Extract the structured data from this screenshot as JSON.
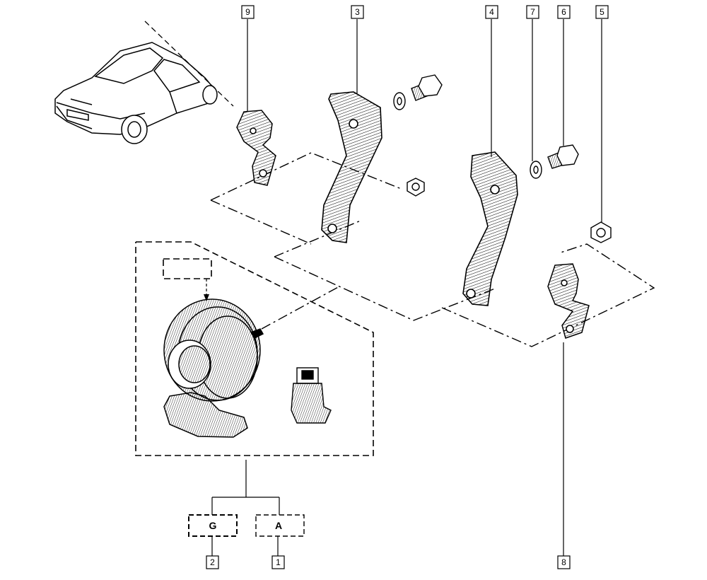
{
  "callouts": {
    "c1": "1",
    "c2": "2",
    "c3": "3",
    "c4": "4",
    "c5": "5",
    "c6": "6",
    "c7": "7",
    "c8": "8",
    "c9": "9"
  },
  "variant_boxes": {
    "g": "G",
    "a": "A"
  },
  "colors": {
    "line": "#000000",
    "background": "#ffffff"
  }
}
